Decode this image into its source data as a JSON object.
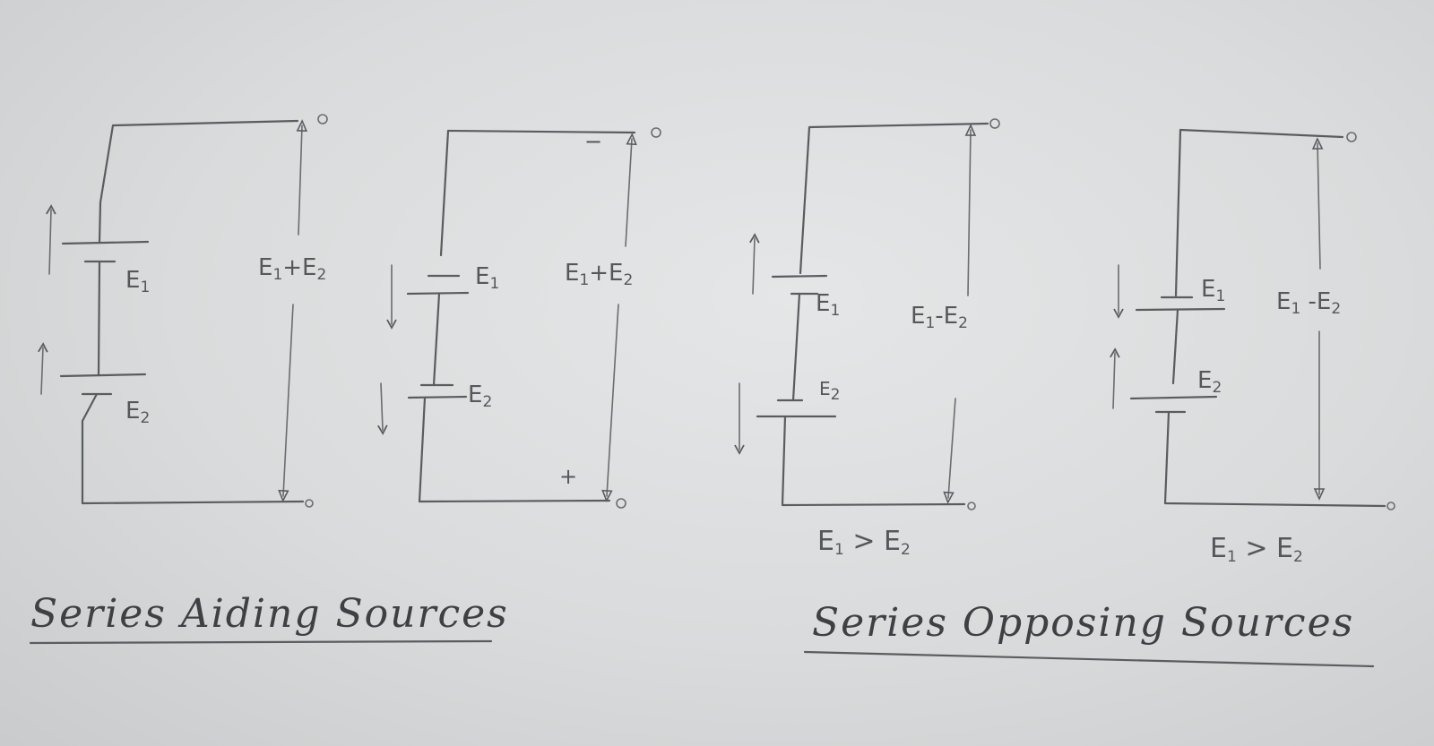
{
  "circuit_aiding_1": {
    "cell_top": "E",
    "cell_top_sub": "1",
    "cell_bottom": "E",
    "cell_bottom_sub": "2",
    "output_a": "E",
    "output_a_sub": "1",
    "output_plus": "+E",
    "output_b_sub": "2"
  },
  "circuit_aiding_2": {
    "cell_top": "E",
    "cell_top_sub": "1",
    "cell_bottom": "E",
    "cell_bottom_sub": "2",
    "output_a": "E",
    "output_a_sub": "1",
    "output_plus": "+E",
    "output_b_sub": "2",
    "terminal_top_sign": "−",
    "terminal_bottom_sign": "+"
  },
  "circuit_opposing_1": {
    "cell_top": "E",
    "cell_top_sub": "1",
    "cell_bottom": "E",
    "cell_bottom_sub": "2",
    "output_a": "E",
    "output_a_sub": "1",
    "output_minus": "-E",
    "output_b_sub": "2",
    "condition_a": "E",
    "condition_a_sub": "1",
    "condition_gt": " > E",
    "condition_b_sub": "2"
  },
  "circuit_opposing_2": {
    "cell_top": "E",
    "cell_top_sub": "1",
    "cell_bottom": "E",
    "cell_bottom_sub": "2",
    "output_a": "E",
    "output_a_sub": "1",
    "output_minus": " -E",
    "output_b_sub": "2",
    "condition_a": "E",
    "condition_a_sub": "1",
    "condition_gt": " > E",
    "condition_b_sub": "2"
  },
  "titles": {
    "aiding": "Series Aiding Sources",
    "opposing": "Series Opposing Sources"
  },
  "colors": {
    "paper": "#dcdedf",
    "pencil": "#5a5d60"
  }
}
